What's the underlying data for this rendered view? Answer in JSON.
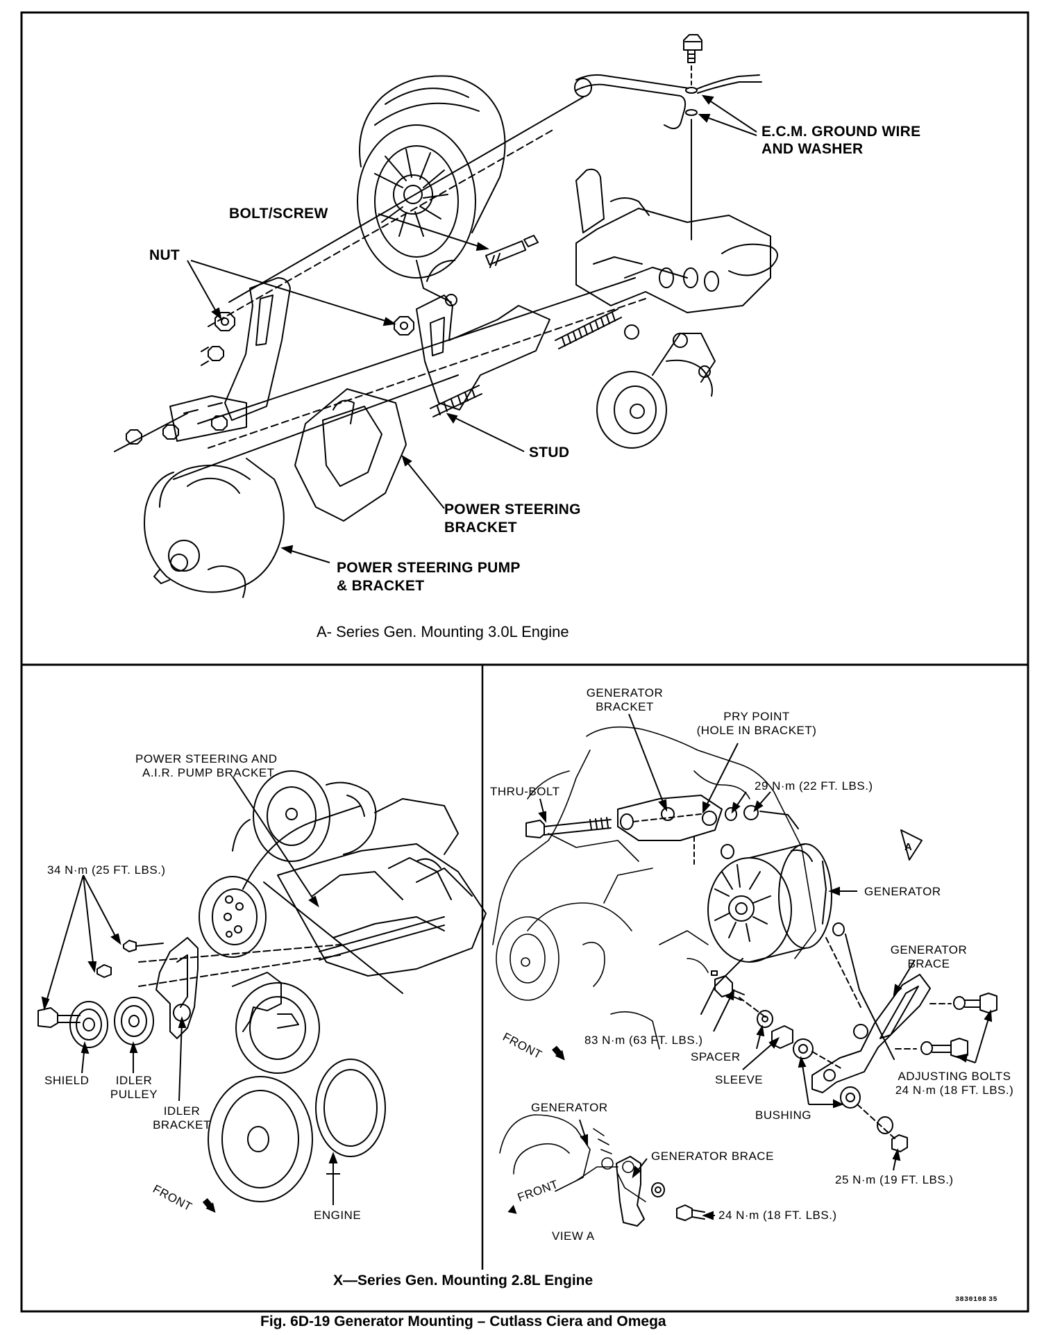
{
  "panel_a": {
    "caption": "A-   Series Gen. Mounting 3.0L Engine",
    "labels": {
      "ecm_ground": [
        "E.C.M. GROUND WIRE",
        "AND WASHER"
      ],
      "bolt_screw": "BOLT/SCREW",
      "nut": "NUT",
      "stud": "STUD",
      "ps_bracket": [
        "POWER STEERING",
        "BRACKET"
      ],
      "ps_pump": [
        "POWER STEERING PUMP",
        "& BRACKET"
      ]
    }
  },
  "panel_x_left": {
    "labels": {
      "ps_air_bracket": [
        "POWER STEERING AND",
        "A.I.R. PUMP BRACKET"
      ],
      "torque_34": "34 N·m (25 FT. LBS.)",
      "shield": "SHIELD",
      "idler_pulley": [
        "IDLER",
        "PULLEY"
      ],
      "idler_bracket": [
        "IDLER",
        "BRACKET"
      ],
      "front": "FRONT",
      "engine": "ENGINE"
    }
  },
  "panel_x_right": {
    "labels": {
      "gen_bracket": [
        "GENERATOR",
        "BRACKET"
      ],
      "pry_point": [
        "PRY POINT",
        "(HOLE IN BRACKET)"
      ],
      "thru_bolt": "THRU-BOLT",
      "torque_29": "29 N·m (22 FT. LBS.)",
      "view_marker": "A",
      "generator": "GENERATOR",
      "gen_brace": [
        "GENERATOR",
        "BRACE"
      ],
      "front": "FRONT",
      "torque_83": "83 N·m (63 FT. LBS.)",
      "spacer": "SPACER",
      "sleeve": "SLEEVE",
      "adjusting_bolts": [
        "ADJUSTING BOLTS",
        "24 N·m (18 FT. LBS.)"
      ],
      "bushing": "BUSHING",
      "view_gen": "GENERATOR",
      "view_brace": "GENERATOR BRACE",
      "view_front": "FRONT",
      "torque_25": "25 N·m (19 FT. LBS.)",
      "torque_24": "24 N·m (18 FT. LBS.)",
      "view_a": "VIEW A"
    }
  },
  "x_caption": "X—Series Gen. Mounting 2.8L Engine",
  "image_code": "3830108 35",
  "figure_caption": "Fig. 6D-19 Generator Mounting – Cutlass Ciera and Omega"
}
